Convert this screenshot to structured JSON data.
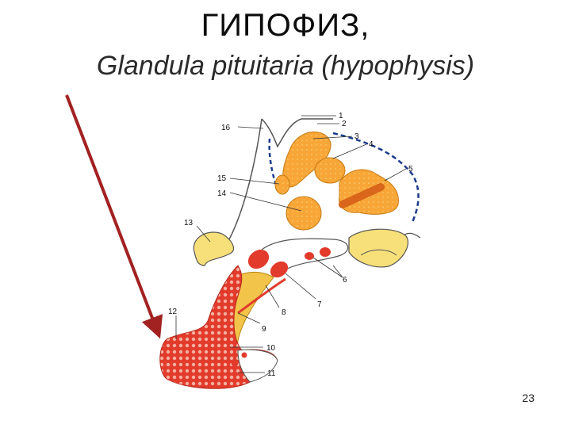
{
  "title": {
    "russian": "ГИПОФИЗ,",
    "latin": "Glandula pituitaria (hypophysis)"
  },
  "labels": [
    "1",
    "2",
    "3",
    "4",
    "5",
    "6",
    "7",
    "8",
    "9",
    "10",
    "11",
    "12",
    "13",
    "14",
    "15",
    "16"
  ],
  "slide_number": "23",
  "colors": {
    "orange": "#f7a637",
    "orange_light": "#fbd27a",
    "red": "#e23b2c",
    "yellow": "#f7e07a",
    "arrow": "#a22121"
  }
}
